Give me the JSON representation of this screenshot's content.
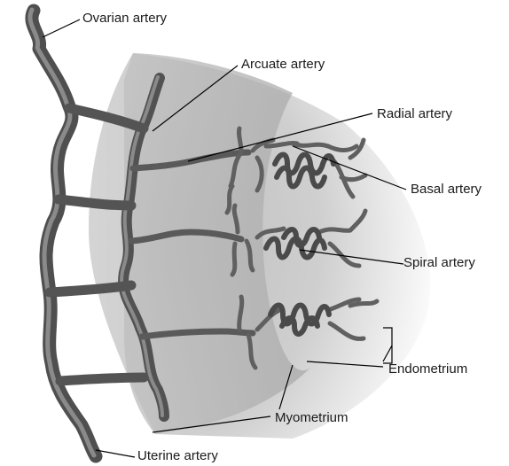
{
  "labels": {
    "ovarian_artery": "Ovarian artery",
    "arcuate_artery": "Arcuate artery",
    "radial_artery": "Radial artery",
    "basal_artery": "Basal artery",
    "spiral_artery": "Spiral artery",
    "endometrium": "Endometrium",
    "myometrium": "Myometrium",
    "uterine_artery": "Uterine artery"
  },
  "colors": {
    "vessel": "#5c5c5c",
    "vessel_highlight": "#8a8a8a",
    "myometrium_band": "#b8b8b8",
    "endometrium_band": "#d2d2d2",
    "leader_line": "#000000"
  }
}
